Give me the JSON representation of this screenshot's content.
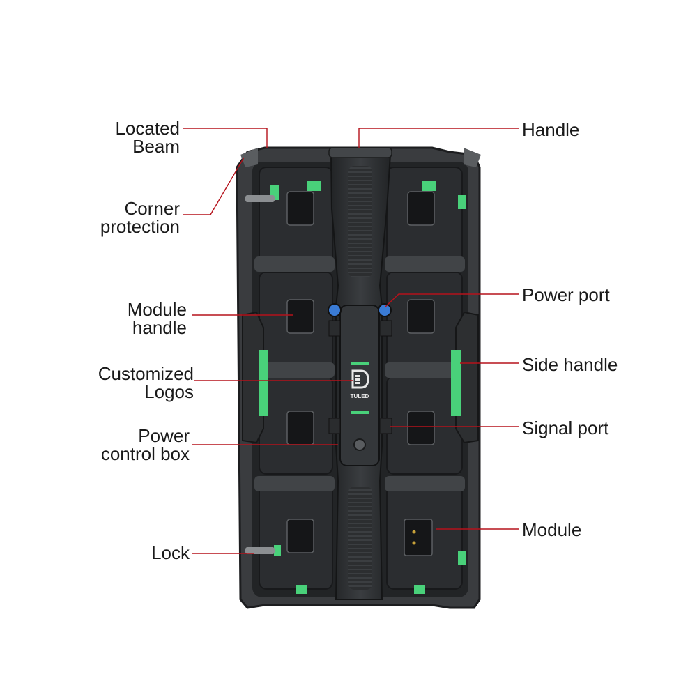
{
  "diagram": {
    "labels_left": [
      {
        "id": "located-beam",
        "lines": [
          "Located",
          "Beam"
        ]
      },
      {
        "id": "corner-protection",
        "lines": [
          "Corner",
          "protection"
        ]
      },
      {
        "id": "module-handle",
        "lines": [
          "Module",
          "handle"
        ]
      },
      {
        "id": "customized-logos",
        "lines": [
          "Customized",
          "Logos"
        ]
      },
      {
        "id": "power-control-box",
        "lines": [
          "Power",
          "control box"
        ]
      },
      {
        "id": "lock",
        "lines": [
          "Lock"
        ]
      }
    ],
    "labels_right": [
      {
        "id": "handle",
        "lines": [
          "Handle"
        ]
      },
      {
        "id": "power-port",
        "lines": [
          "Power port"
        ]
      },
      {
        "id": "side-handle",
        "lines": [
          "Side handle"
        ]
      },
      {
        "id": "signal-port",
        "lines": [
          "Signal port"
        ]
      },
      {
        "id": "module",
        "lines": [
          "Module"
        ]
      }
    ],
    "logo_text": "TULED",
    "colors": {
      "leader_line": "#b5121b",
      "cabinet": "#2e3032",
      "cabinet_dark": "#1f2123",
      "frame": "#4a4d50",
      "accent_green": "#49d17a",
      "label_text": "#1a1a1a"
    }
  }
}
